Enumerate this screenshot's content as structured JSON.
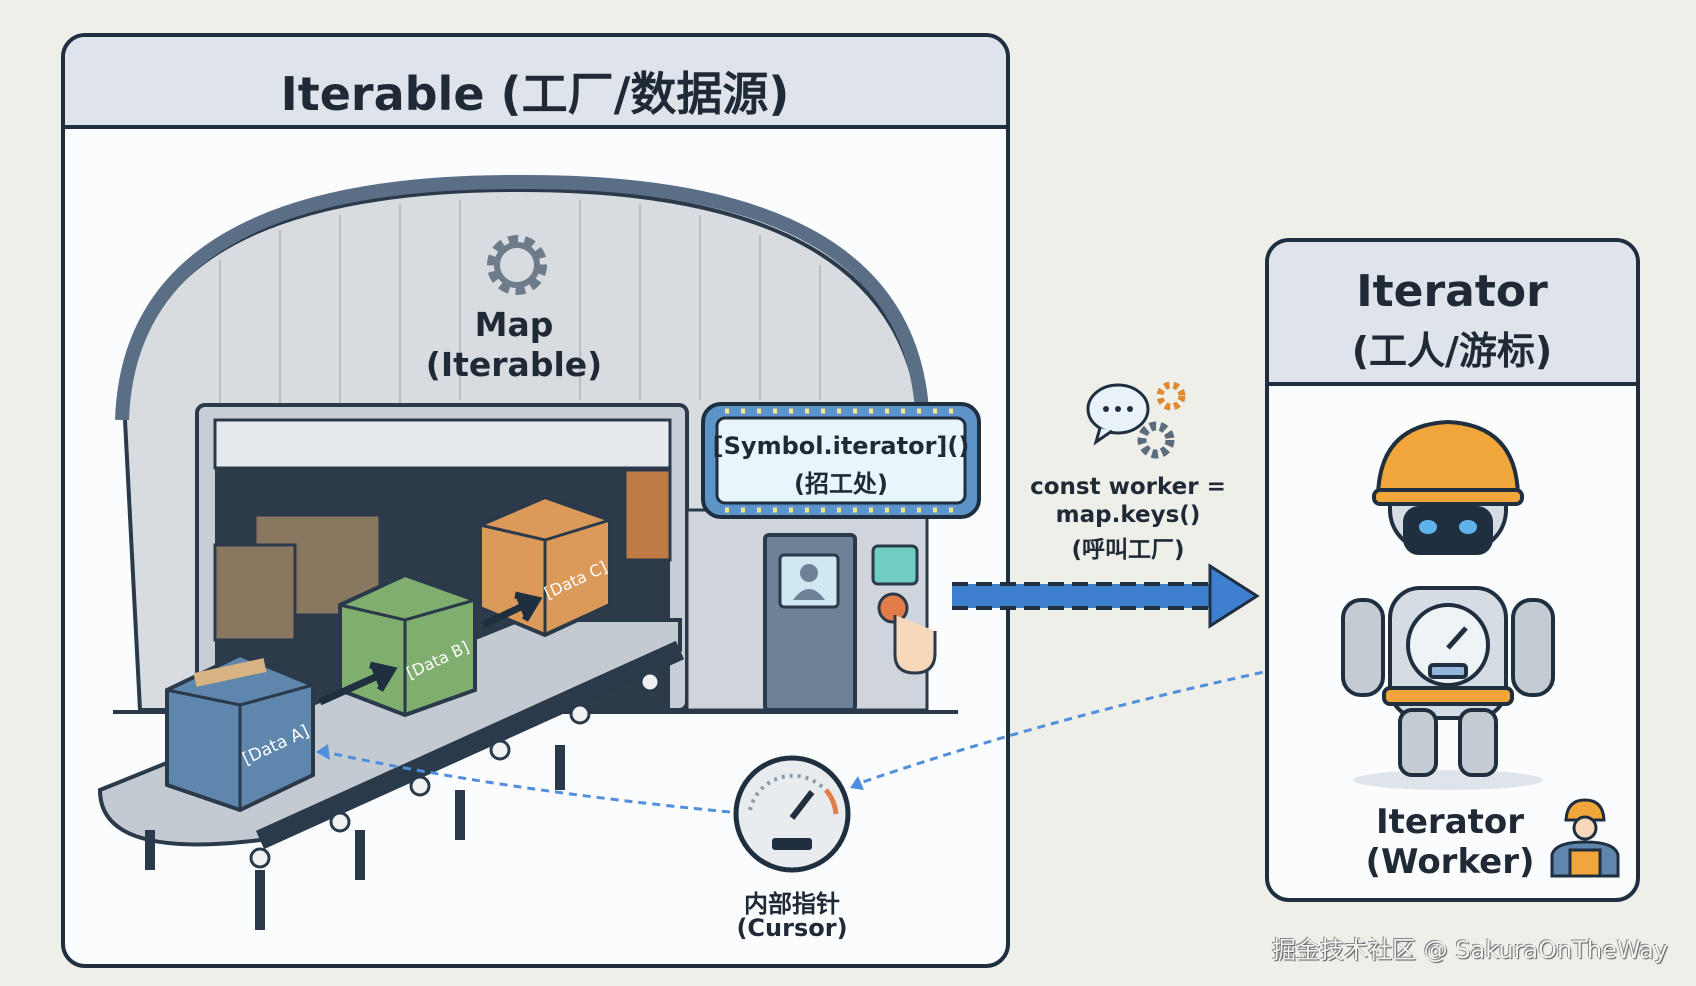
{
  "iterable_panel": {
    "title": "Iterable (工厂/数据源)"
  },
  "factory": {
    "name": "Map",
    "sub": "(Iterable)"
  },
  "boxes": [
    "[Data A]",
    "[Data B]",
    "[Data C]"
  ],
  "sign": {
    "line1": "[Symbol.iterator]()",
    "line2": "(招工处)"
  },
  "call": {
    "line1": "const worker =",
    "line2": "map.keys()",
    "line3": "(呼叫工厂)"
  },
  "cursor": {
    "line1": "内部指针",
    "line2": "(Cursor)"
  },
  "iterator_panel": {
    "title": "Iterator",
    "subtitle": "(工人/游标)"
  },
  "worker": {
    "line1": "Iterator",
    "line2": "(Worker)"
  },
  "watermark": "掘金技术社区 @ SakuraOnTheWay",
  "colors": {
    "panel_header": "#dfe4ea",
    "outline": "#1f2f40",
    "arrow": "#3f7fd0",
    "box_blue": "#5f86ad",
    "box_green": "#7fae6e",
    "box_orange": "#dc9a5a",
    "helmet": "#f0a63a"
  }
}
